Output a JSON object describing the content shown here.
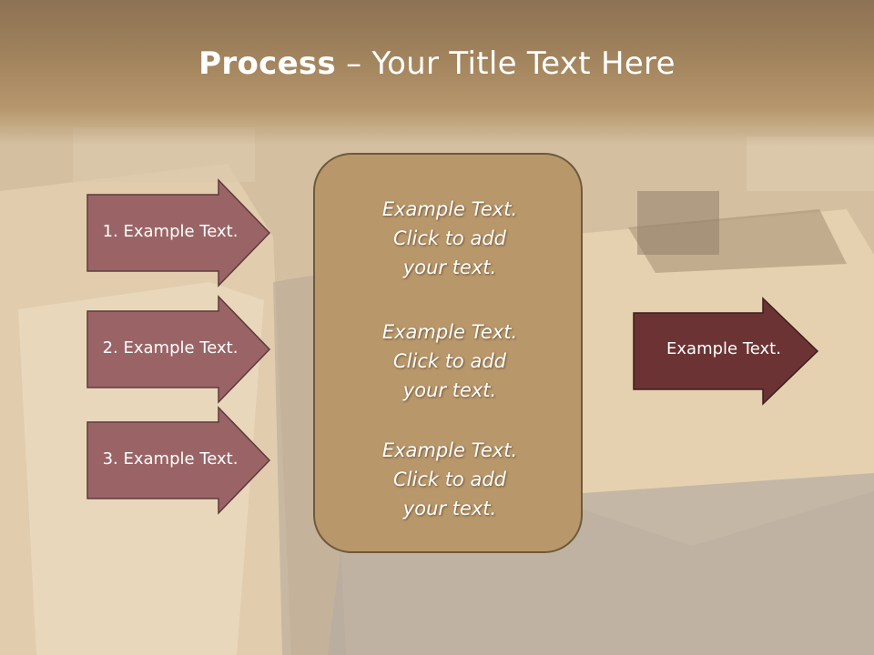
{
  "slide": {
    "title_bold": "Process",
    "title_rest": " – Your Title Text Here"
  },
  "left_arrows": [
    {
      "label": "1. Example Text."
    },
    {
      "label": "2. Example Text."
    },
    {
      "label": "3. Example Text."
    }
  ],
  "center_panel": {
    "items": [
      {
        "line1": "Example Text.",
        "line2": "Click  to add",
        "line3": "your text."
      },
      {
        "line1": "Example Text.",
        "line2": "Click  to add",
        "line3": "your text."
      },
      {
        "line1": "Example Text.",
        "line2": "Click  to add",
        "line3": "your text."
      }
    ]
  },
  "right_arrow": {
    "label": "Example Text."
  },
  "colors": {
    "left_arrow_fill": "#9a6466",
    "right_arrow_fill": "#6b3333",
    "panel_fill": "#b8976a",
    "title_band": "#9c7f5a"
  }
}
